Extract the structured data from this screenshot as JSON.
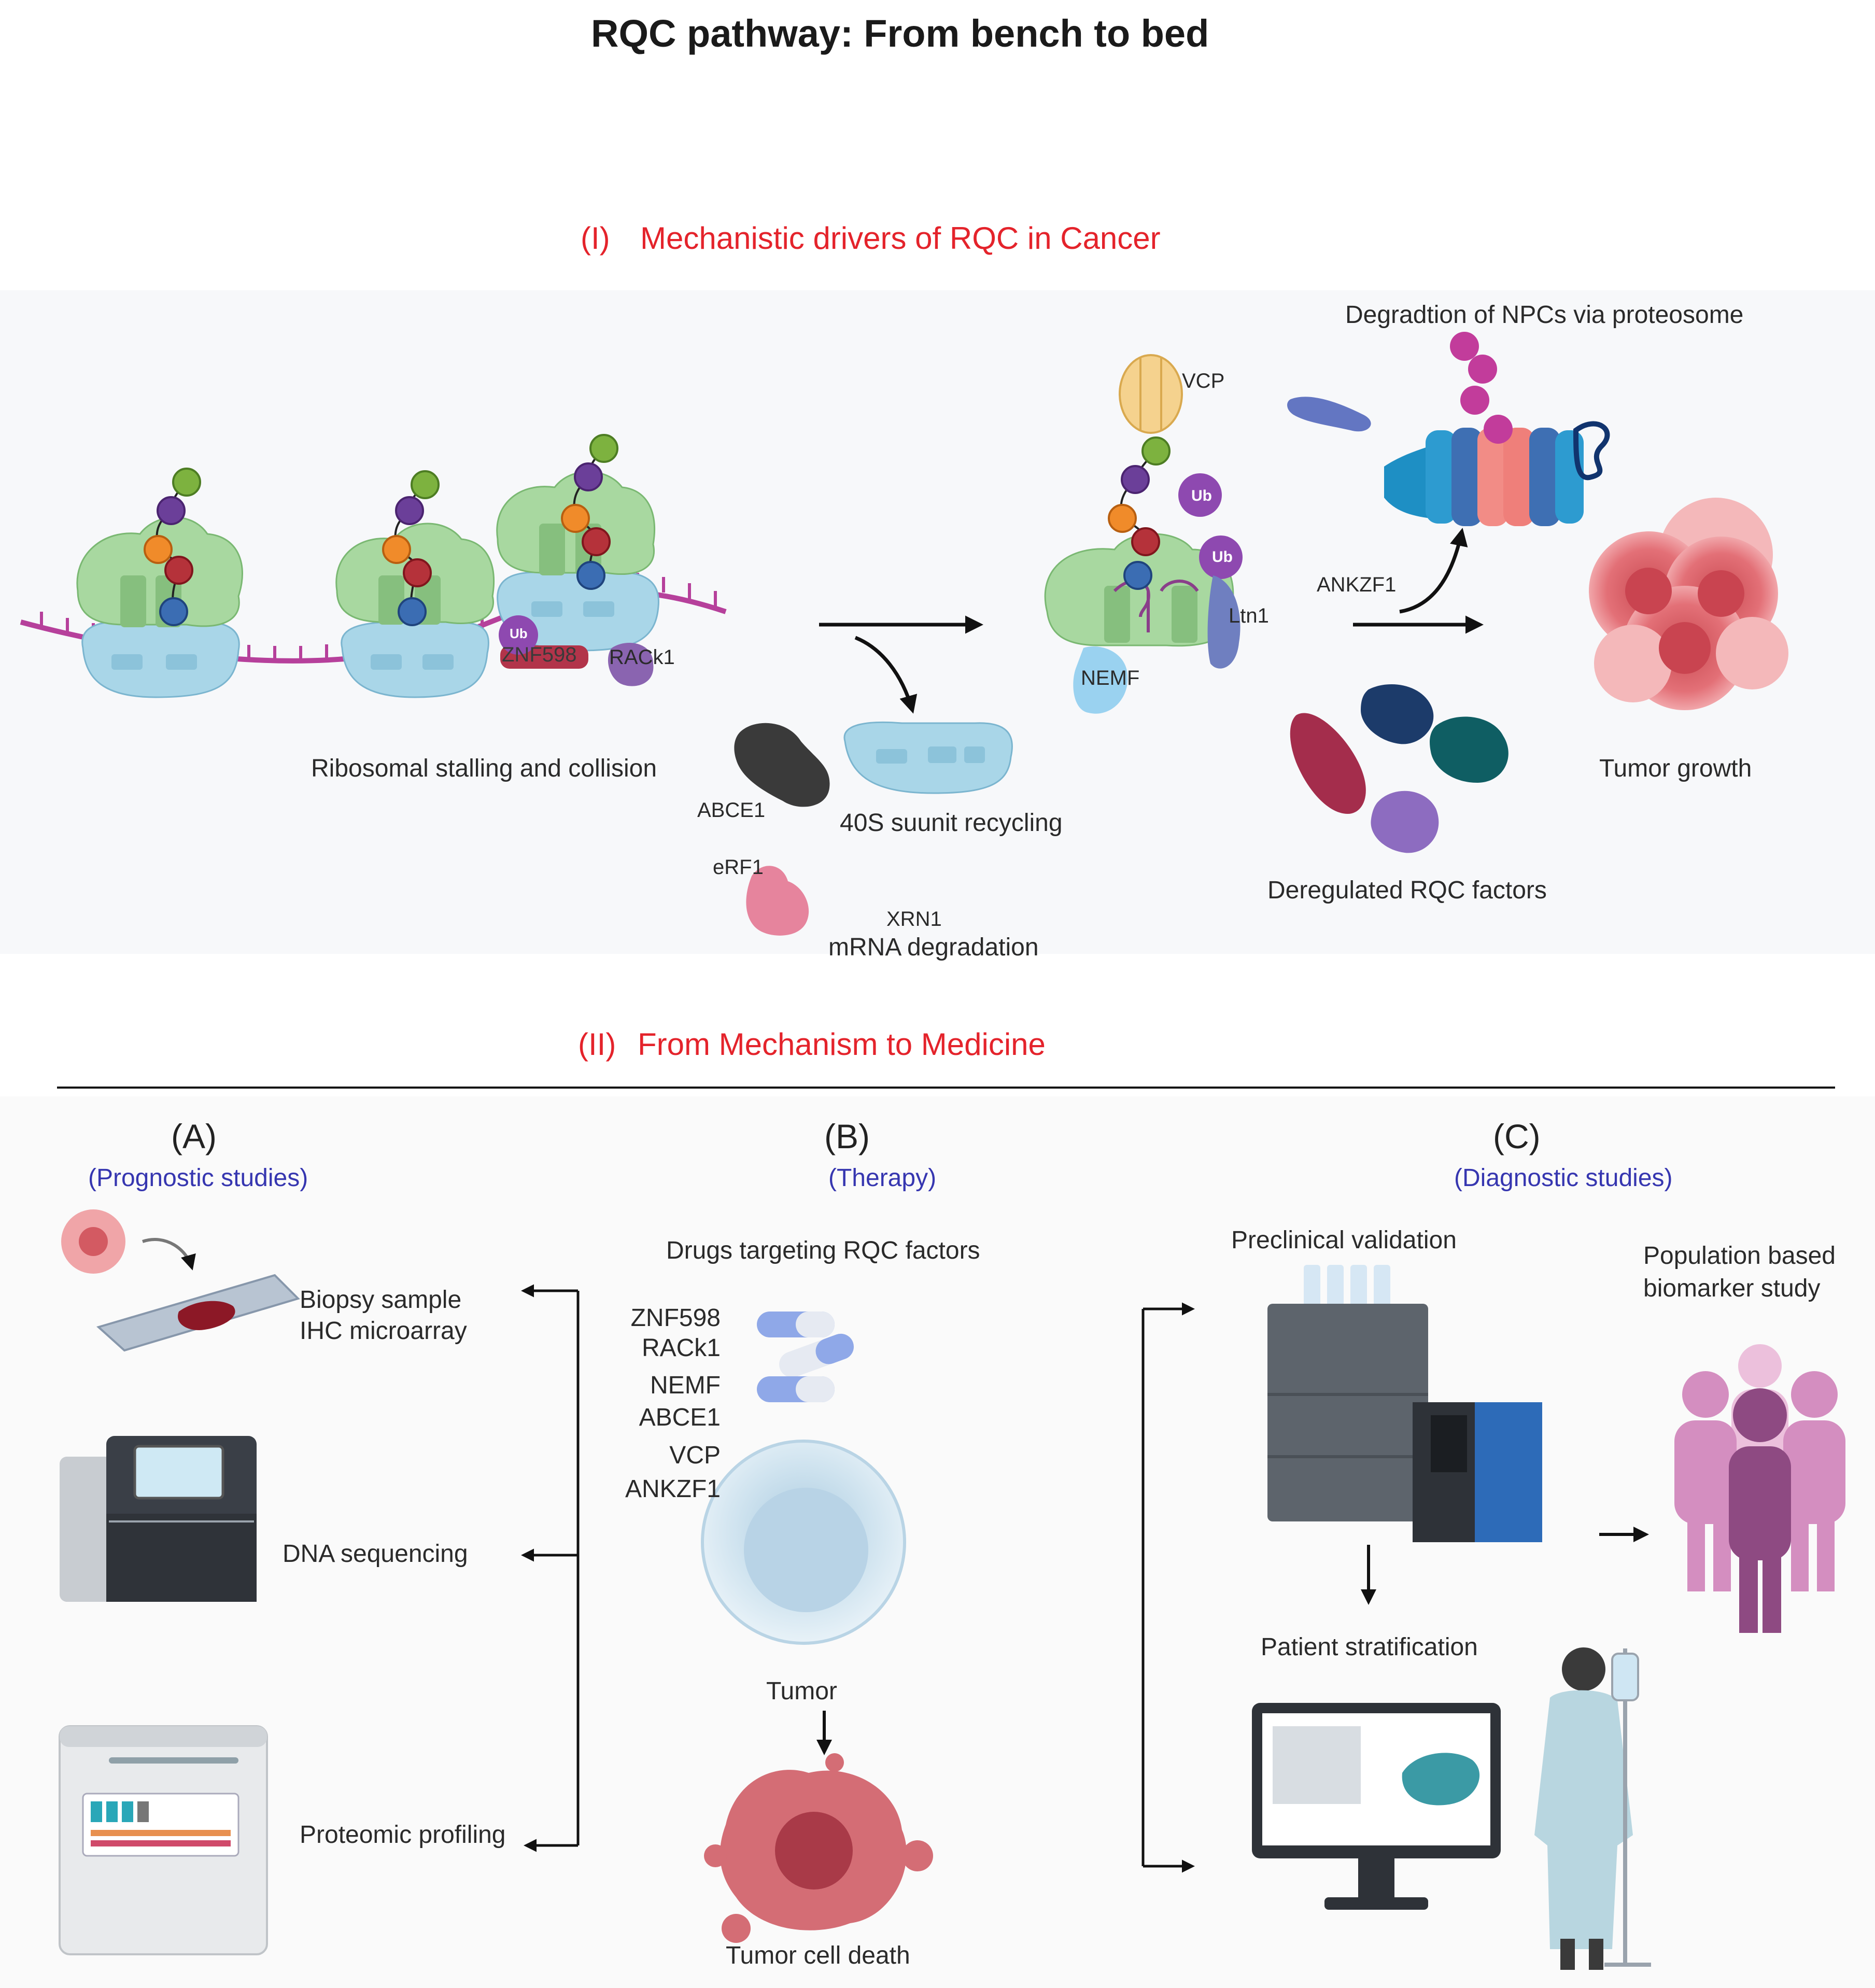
{
  "title": "RQC pathway: From bench to bed",
  "section1": {
    "number": "(I)",
    "heading": "Mechanistic drivers of RQC in Cancer"
  },
  "section2": {
    "number": "(II)",
    "heading": "From Mechanism to Medicine"
  },
  "panel1": {
    "ribosome_labels": {
      "znf598": "ZNF598",
      "rack1": "RACk1",
      "ub": "Ub"
    },
    "stalling_caption": "Ribosomal stalling and collision",
    "abce1": "ABCE1",
    "recycling_caption": "40S suunit recycling",
    "erf1": "eRF1",
    "xrn1": "XRN1",
    "mrna_caption": "mRNA degradation",
    "vcp": "VCP",
    "nemf": "NEMF",
    "ltn1": "Ltn1",
    "ankzf1": "ANKZF1",
    "proteasome_caption": "Degradtion of NPCs via proteosome",
    "deregulated_caption": "Deregulated RQC factors",
    "tumor_growth": "Tumor growth"
  },
  "columnA": {
    "letter": "(A)",
    "subtitle": "(Prognostic studies)",
    "biopsy_line1": "Biopsy sample",
    "biopsy_line2": "IHC microarray",
    "dna": "DNA sequencing",
    "proteomic": "Proteomic profiling"
  },
  "columnB": {
    "letter": "(B)",
    "subtitle": "(Therapy)",
    "drugs_heading": "Drugs targeting RQC factors",
    "drugs": [
      "ZNF598",
      "RACk1",
      "NEMF",
      "ABCE1",
      "VCP",
      "ANKZF1"
    ],
    "tumor": "Tumor",
    "tumor_death": "Tumor cell death"
  },
  "columnC": {
    "letter": "(C)",
    "subtitle": "(Diagnostic studies)",
    "preclinical": "Preclinical validation",
    "population_line1": "Population based",
    "population_line2": "biomarker study",
    "stratification": "Patient stratification"
  },
  "colors": {
    "ribosome_large": "#a8d8a0",
    "ribosome_small": "#a9d6e8",
    "mrna": "#b6409b",
    "section_heading": "#e4232b",
    "subtitle": "#3636b0",
    "tumor": "#e06d72",
    "proteasome": "#f08c88",
    "people": "#c45fa8"
  },
  "icons": [
    "ribosome-icon",
    "trna-chain-icon",
    "ubiquitin-icon",
    "proteasome-icon",
    "tumor-cell-icon",
    "pill-icon",
    "sequencer-icon",
    "hplc-icon",
    "monitor-icon",
    "patient-icon",
    "people-icon",
    "arrow-icon"
  ]
}
